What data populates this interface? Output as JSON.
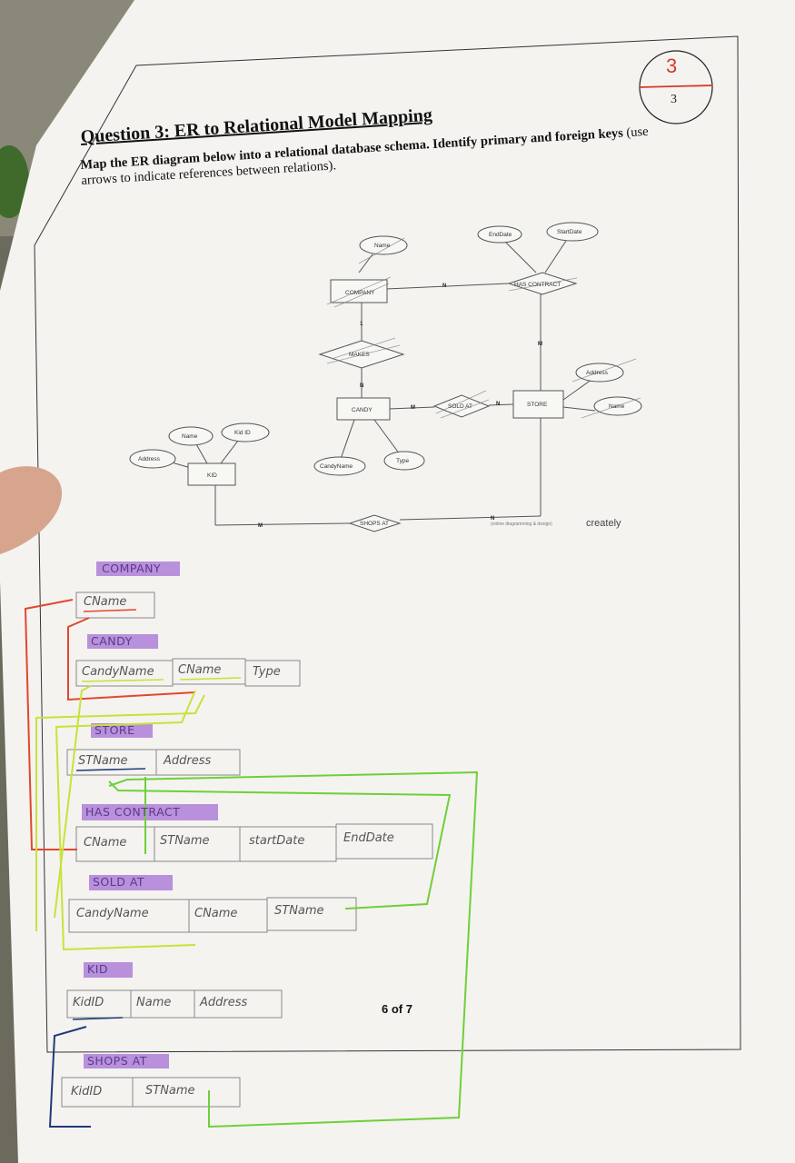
{
  "question": {
    "title": "Question 3: ER to Relational Model Mapping",
    "instruction_bold": "Map the ER diagram below into a relational database schema. Identify primary and foreign keys",
    "instruction_paren": "(use arrows to indicate references between relations)."
  },
  "score": {
    "earned": "3",
    "total": "3"
  },
  "er_diagram": {
    "entities": [
      "COMPANY",
      "CANDY",
      "STORE",
      "KID"
    ],
    "relationships": [
      "HAS CONTRACT",
      "MAKES",
      "SOLD AT",
      "SHOPS AT"
    ],
    "attributes": [
      "Name",
      "EndDate",
      "StartDate",
      "Address",
      "Name",
      "Kid ID",
      "Name",
      "Address",
      "CandyName",
      "Type"
    ],
    "cardinalities": [
      "N",
      "M",
      "1",
      "N",
      "M",
      "N",
      "M",
      "N"
    ],
    "watermark": "creately",
    "watermark_sub": "(online diagramming & design)"
  },
  "schema": [
    {
      "name": "COMPANY",
      "fields": [
        "CName"
      ]
    },
    {
      "name": "CANDY",
      "fields": [
        "CandyName",
        "CName",
        "Type"
      ]
    },
    {
      "name": "STORE",
      "fields": [
        "STName",
        "Address"
      ]
    },
    {
      "name": "HAS CONTRACT",
      "fields": [
        "CName",
        "STName",
        "startDate",
        "EndDate"
      ]
    },
    {
      "name": "SOLD AT",
      "fields": [
        "CandyName",
        "CName",
        "STName"
      ]
    },
    {
      "name": "KID",
      "fields": [
        "KidID",
        "Name",
        "Address"
      ]
    },
    {
      "name": "SHOPS AT",
      "fields": [
        "KidID",
        "STName"
      ]
    }
  ],
  "page_number": "6 of 7",
  "colors": {
    "paper": "#f4f3f0",
    "highlighter": "#a46fd6",
    "red": "#e2472f",
    "green": "#6fcf3a",
    "yellow": "#c9e23a",
    "navy": "#223a7a"
  }
}
